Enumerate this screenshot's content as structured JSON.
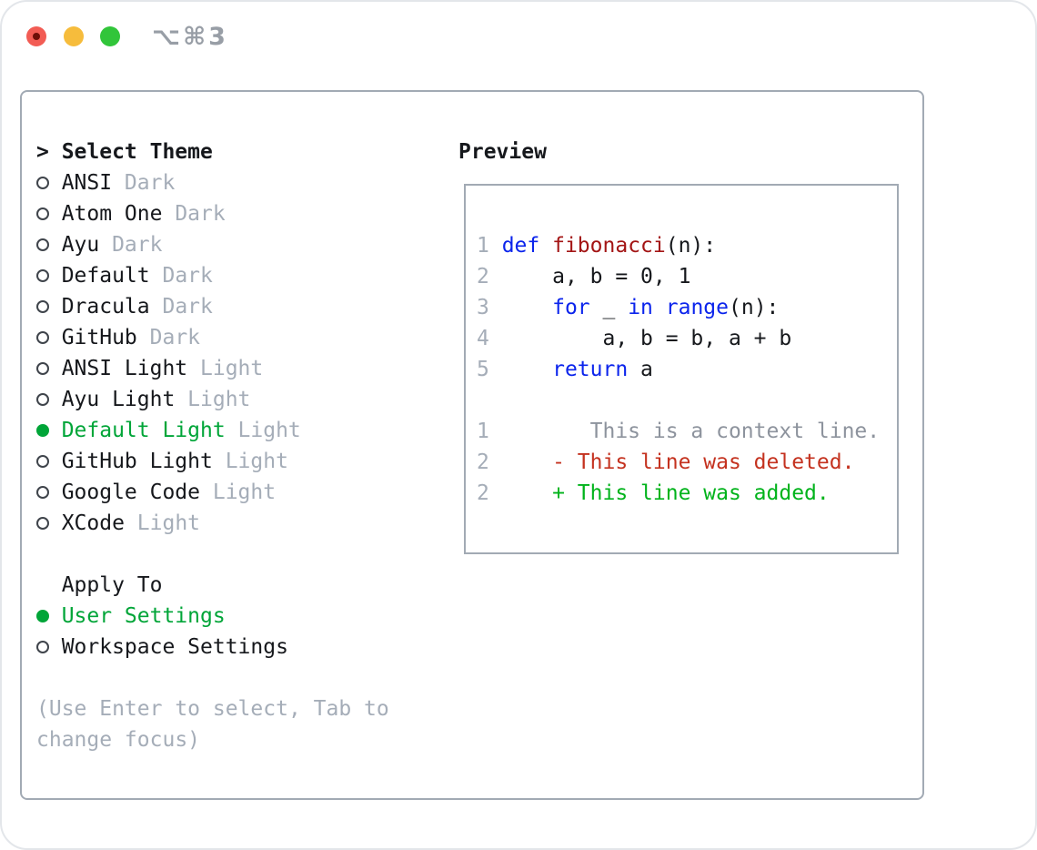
{
  "titlebar": {
    "shortcut_label": "⌥⌘3"
  },
  "theme_list": {
    "header_prompt": ">",
    "header": "Select Theme",
    "items": [
      {
        "label": "ANSI",
        "tag": "Dark",
        "selected": false
      },
      {
        "label": "Atom One",
        "tag": "Dark",
        "selected": false
      },
      {
        "label": "Ayu",
        "tag": "Dark",
        "selected": false
      },
      {
        "label": "Default",
        "tag": "Dark",
        "selected": false
      },
      {
        "label": "Dracula",
        "tag": "Dark",
        "selected": false
      },
      {
        "label": "GitHub",
        "tag": "Dark",
        "selected": false
      },
      {
        "label": "ANSI Light",
        "tag": "Light",
        "selected": false
      },
      {
        "label": "Ayu Light",
        "tag": "Light",
        "selected": false
      },
      {
        "label": "Default Light",
        "tag": "Light",
        "selected": true
      },
      {
        "label": "GitHub Light",
        "tag": "Light",
        "selected": false
      },
      {
        "label": "Google Code",
        "tag": "Light",
        "selected": false
      },
      {
        "label": "XCode",
        "tag": "Light",
        "selected": false
      }
    ]
  },
  "apply_to": {
    "header": "Apply To",
    "options": [
      {
        "label": "User Settings",
        "selected": true
      },
      {
        "label": "Workspace Settings",
        "selected": false
      }
    ]
  },
  "help": {
    "line1": "(Use Enter to select, Tab to",
    "line2": "change focus)"
  },
  "preview": {
    "header": "Preview",
    "code_lines": [
      [
        [
          "1 ",
          "num"
        ],
        [
          "def",
          "kw"
        ],
        [
          " ",
          "pl"
        ],
        [
          "fibonacci",
          "fn"
        ],
        [
          "(n):",
          "pl"
        ]
      ],
      [
        [
          "2 ",
          "num"
        ],
        [
          "    a, b = 0, 1",
          "pl"
        ]
      ],
      [
        [
          "3 ",
          "num"
        ],
        [
          "    ",
          "pl"
        ],
        [
          "for",
          "kw"
        ],
        [
          " _ ",
          "pl"
        ],
        [
          "in",
          "kw"
        ],
        [
          " ",
          "pl"
        ],
        [
          "range",
          "kw"
        ],
        [
          "(n):",
          "pl"
        ]
      ],
      [
        [
          "4 ",
          "num"
        ],
        [
          "        a, b = b, a + b",
          "pl"
        ]
      ],
      [
        [
          "5 ",
          "num"
        ],
        [
          "    ",
          "pl"
        ],
        [
          "return",
          "kw"
        ],
        [
          " a",
          "pl"
        ]
      ]
    ],
    "diff_lines": [
      [
        [
          "1 ",
          "num"
        ],
        [
          "       This is a context line.",
          "ctx"
        ]
      ],
      [
        [
          "2 ",
          "num"
        ],
        [
          "    - This line was deleted.",
          "del"
        ]
      ],
      [
        [
          "2 ",
          "num"
        ],
        [
          "    + This line was added.",
          "add"
        ]
      ]
    ]
  },
  "colors": {
    "fg": "#16181c",
    "muted": "#a5adb8",
    "panel-border": "#a2aab4",
    "sel-green": "#00a538",
    "kw-blue": "#0b24ec",
    "fn-red": "#a31515",
    "ctx-gray": "#8d939d",
    "del-red": "#c4321f",
    "add-green": "#00b31b",
    "tl-red": "#f25c54",
    "tl-red-dot": "#6d0f08",
    "tl-yellow": "#f6bc3c",
    "tl-green": "#31c53a",
    "titlebar-gray": "#989ea6"
  }
}
